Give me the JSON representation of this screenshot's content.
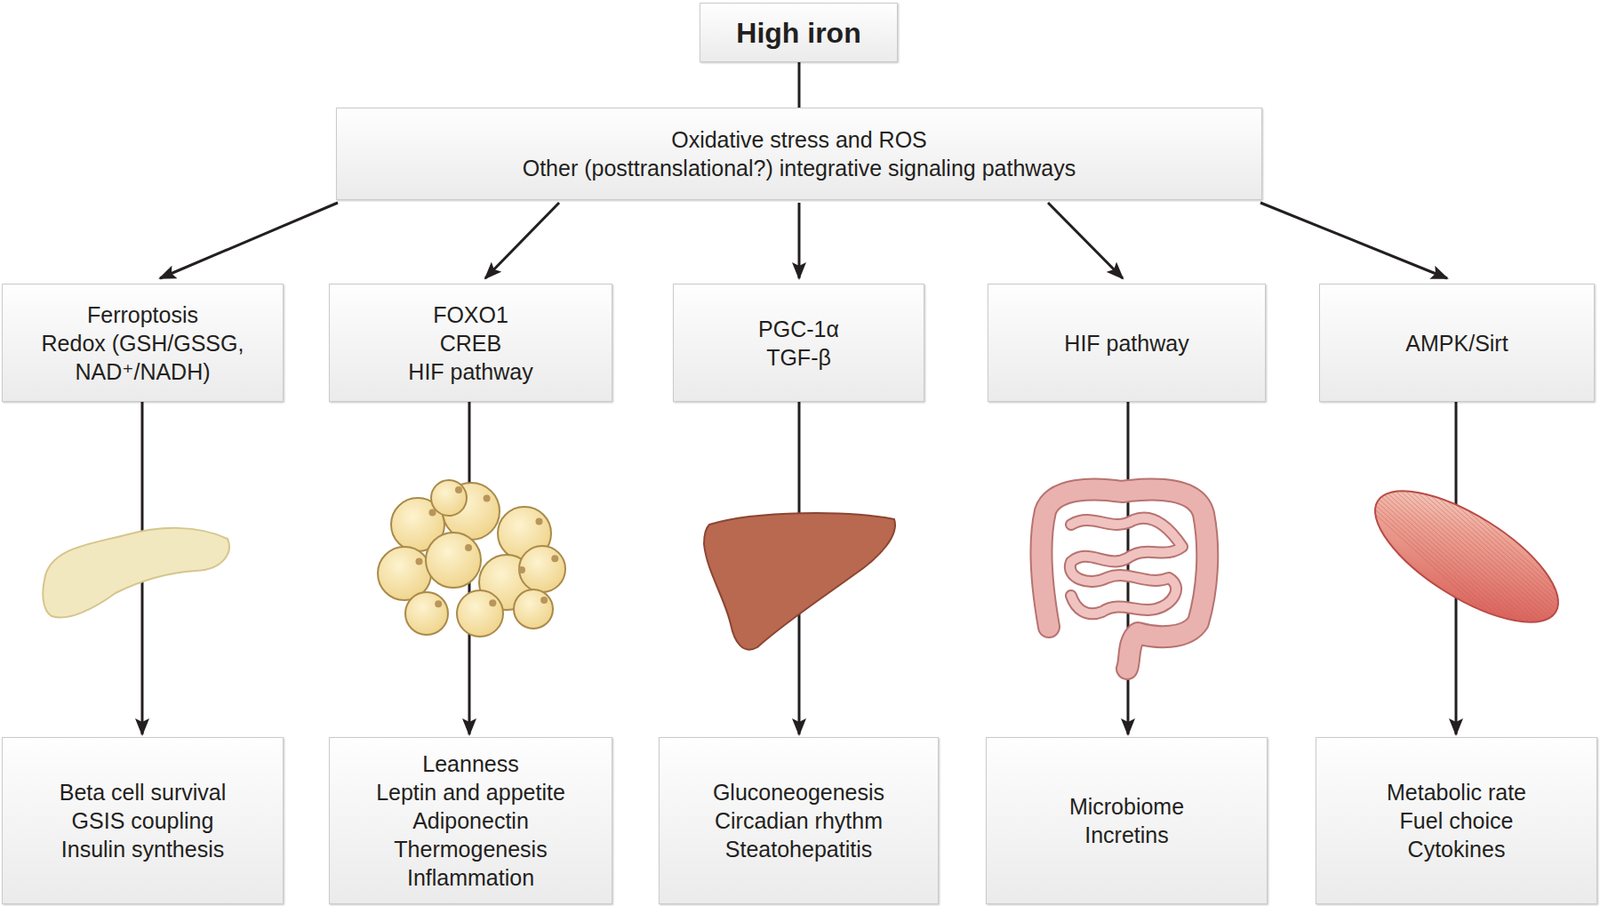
{
  "diagram": {
    "nodes": [
      {
        "text": [
          "High iron"
        ]
      },
      {
        "text": [
          "Oxidative stress and ROS",
          "Other (posttranslational?) integrative signaling pathways"
        ]
      },
      {
        "text": [
          "Ferroptosis",
          "Redox (GSH/GSSG, NAD⁺/NADH)"
        ]
      },
      {
        "text": [
          "FOXO1",
          "CREB",
          "HIF pathway"
        ]
      },
      {
        "text": [
          "PGC-1α",
          "TGF-β"
        ]
      },
      {
        "text": [
          "HIF pathway"
        ]
      },
      {
        "text": [
          "AMPK/Sirt"
        ]
      },
      {
        "text": [
          "Beta cell survival",
          "GSIS coupling",
          "Insulin synthesis"
        ]
      },
      {
        "text": [
          "Leanness",
          "Leptin and appetite",
          "Adiponectin",
          "Thermogenesis",
          "Inflammation"
        ]
      },
      {
        "text": [
          "Gluconeogenesis",
          "Circadian rhythm",
          "Steatohepatitis"
        ]
      },
      {
        "text": [
          "Microbiome",
          "Incretins"
        ]
      },
      {
        "text": [
          "Metabolic rate",
          "Fuel choice",
          "Cytokines"
        ]
      }
    ],
    "edges": [
      {
        "from": 0,
        "to": 1,
        "arrow": "none"
      },
      {
        "from": 1,
        "to": 2,
        "arrow": "to"
      },
      {
        "from": 1,
        "to": 3,
        "arrow": "to"
      },
      {
        "from": 1,
        "to": 4,
        "arrow": "to"
      },
      {
        "from": 1,
        "to": 5,
        "arrow": "to"
      },
      {
        "from": 1,
        "to": 6,
        "arrow": "to"
      },
      {
        "from": 2,
        "to": 7,
        "arrow": "to"
      },
      {
        "from": 3,
        "to": 8,
        "arrow": "to"
      },
      {
        "from": 4,
        "to": 9,
        "arrow": "to"
      },
      {
        "from": 5,
        "to": 10,
        "arrow": "to"
      },
      {
        "from": 6,
        "to": 11,
        "arrow": "to"
      }
    ]
  }
}
